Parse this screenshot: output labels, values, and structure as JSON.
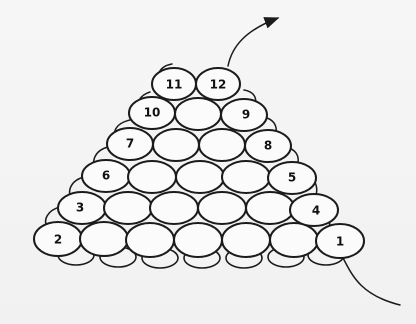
{
  "diagram": {
    "bead_labels": [
      "1",
      "2",
      "3",
      "4",
      "5",
      "6",
      "7",
      "8",
      "9",
      "10",
      "11",
      "12"
    ]
  },
  "colors": {
    "ink": "#1b1b1b",
    "bead_fill": "#fbfbfb",
    "background": "#f4f4f4"
  }
}
